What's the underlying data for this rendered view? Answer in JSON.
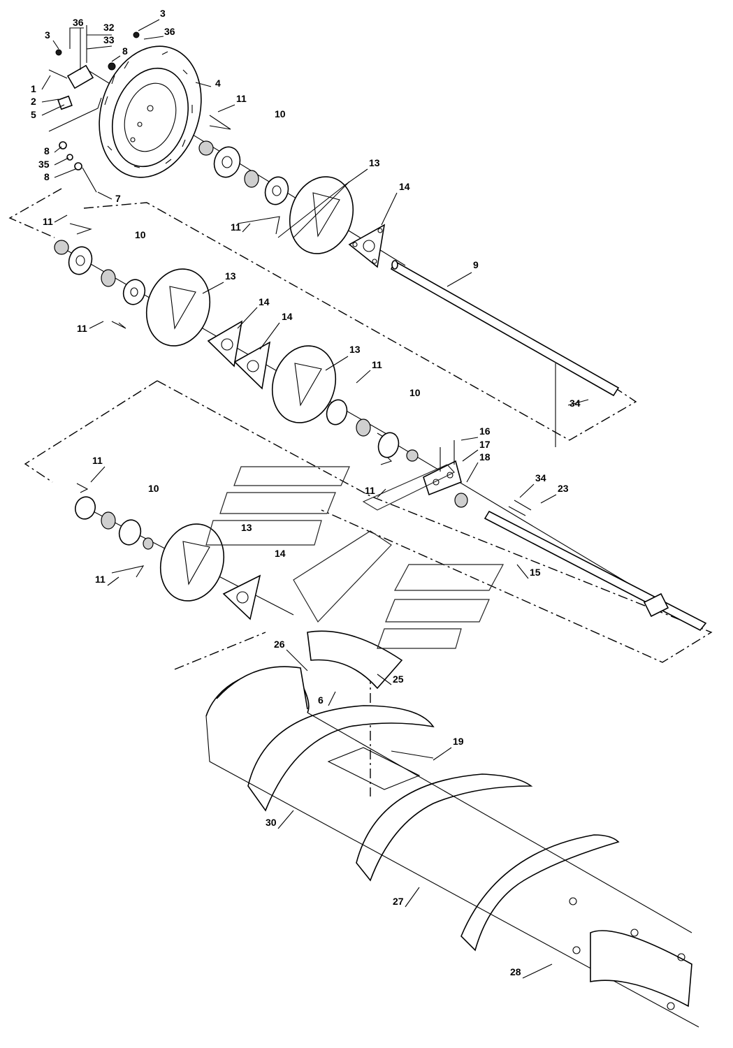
{
  "callouts": {
    "c1": "1",
    "c2": "2",
    "c3a": "3",
    "c3b": "3",
    "c4": "4",
    "c5": "5",
    "c6": "6",
    "c7": "7",
    "c8a": "8",
    "c8b": "8",
    "c8c": "8",
    "c9": "9",
    "c10a": "10",
    "c10b": "10",
    "c10c": "10",
    "c10d": "10",
    "c11a": "11",
    "c11b": "11",
    "c11c": "11",
    "c11d": "11",
    "c11e": "11",
    "c11f": "11",
    "c11g": "11",
    "c11h": "11",
    "c13a": "13",
    "c13b": "13",
    "c13c": "13",
    "c13d": "13",
    "c14a": "14",
    "c14b": "14",
    "c14c": "14",
    "c14d": "14",
    "c15": "15",
    "c16": "16",
    "c17": "17",
    "c18": "18",
    "c19": "19",
    "c23": "23",
    "c25": "25",
    "c26": "26",
    "c27": "27",
    "c28": "28",
    "c30": "30",
    "c32": "32",
    "c33": "33",
    "c34a": "34",
    "c34b": "34",
    "c35": "35",
    "c36a": "36",
    "c36b": "36"
  }
}
